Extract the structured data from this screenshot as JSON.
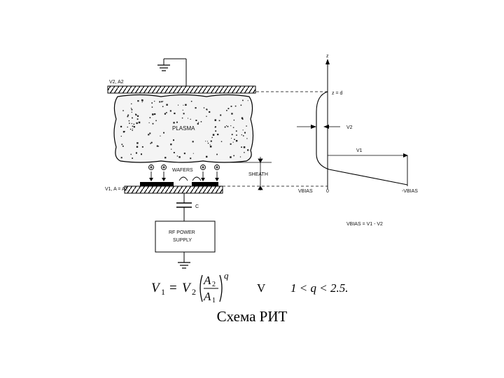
{
  "diagram": {
    "ground_label": "",
    "top_electrode_label": "V2, A2",
    "plasma_label": "PLASMA",
    "wafers_label": "WAFERS",
    "sheath_label": "SHEATH",
    "bottom_electrode_label": "V1, A = A2",
    "capacitor_label": "C",
    "power_supply_line1": "RF POWER",
    "power_supply_line2": "SUPPLY",
    "plot": {
      "z_axis": "z",
      "z_d": "z = d",
      "v2": "V2",
      "v1": "V1",
      "vbias_left": "VBIAS",
      "zero": "0",
      "vbias_right": "-VBIAS",
      "vbias_eq": "VBIAS = V1 - V2"
    }
  },
  "formula": {
    "lhs": "V",
    "lhs_sub": "1",
    "eq": "=",
    "rhs": "V",
    "rhs_sub": "2",
    "num": "A",
    "num_sub": "2",
    "den": "A",
    "den_sub": "1",
    "exp": "q",
    "unit": "V",
    "cond": "1 < q < 2.5."
  },
  "caption": "Схема РИТ"
}
